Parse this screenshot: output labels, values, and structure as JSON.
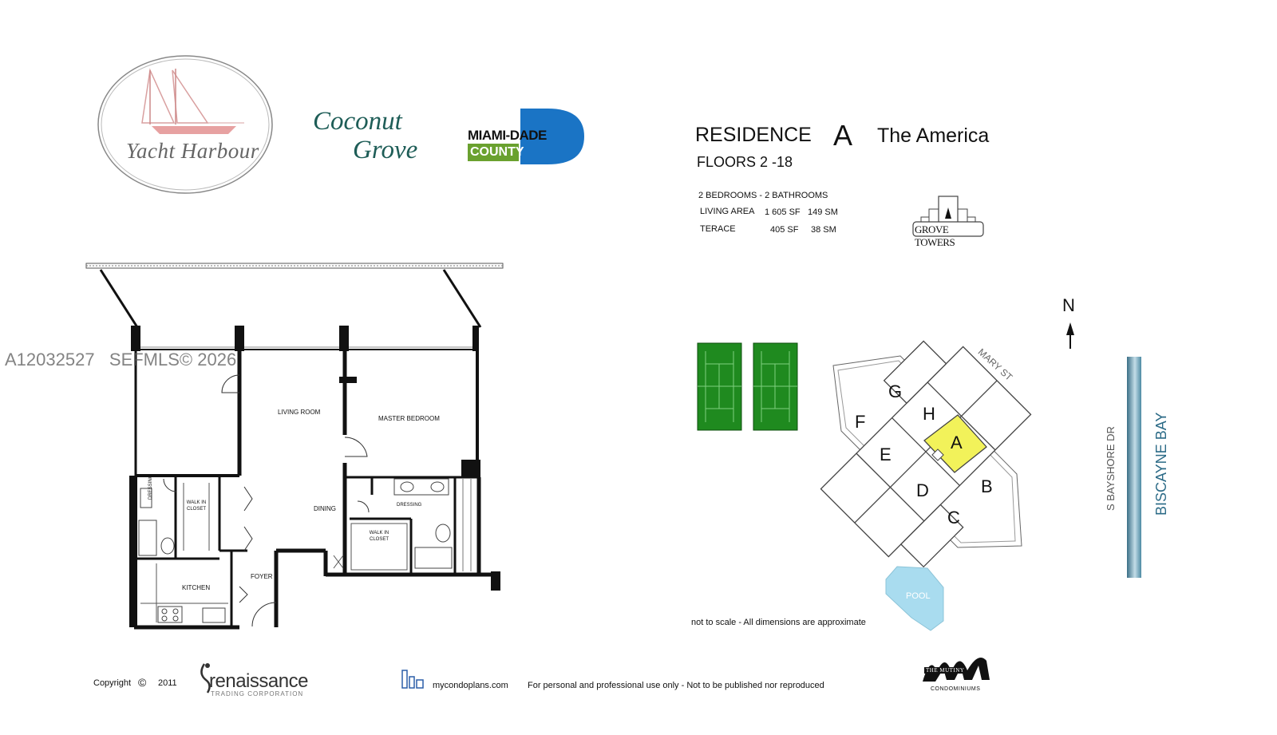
{
  "logos": {
    "yacht_harbour": "Yacht Harbour",
    "coconut_grove_line1": "Coconut",
    "coconut_grove_line2": "Grove",
    "miami_dade_top": "MIAMI-DADE",
    "miami_dade_bottom": "COUNTY",
    "grove_towers": "GROVE TOWERS",
    "renaissance_name": "renaissance",
    "renaissance_sub": "TRADING CORPORATION",
    "mutiny_name": "THE MUTINY",
    "mutiny_sub": "CONDOMINIUMS"
  },
  "header": {
    "residence_label": "RESIDENCE",
    "residence_letter": "A",
    "building_name": "The America",
    "floors": "FLOORS 2 -18"
  },
  "specs": {
    "beds_baths": "2 BEDROOMS - 2 BATHROOMS",
    "rows": [
      {
        "label": "LIVING AREA",
        "sf": "1 605 SF",
        "sm": "149 SM"
      },
      {
        "label": "TERACE",
        "sf": "405 SF",
        "sm": "38 SM"
      }
    ]
  },
  "watermark": "A12032527   SEFMLS© 2026",
  "floorplan": {
    "rooms": {
      "living_room": "LIVING ROOM",
      "master_bedroom": "MASTER BEDROOM",
      "dining": "DINING",
      "kitchen": "KITCHEN",
      "foyer": "FOYER",
      "dressing_left": "DRESSING",
      "dressing_right": "DRESSING",
      "walkin_left": "WALK IN CLOSET",
      "walkin_right": "WALK IN CLOSET"
    }
  },
  "siteplan": {
    "north": "N",
    "street_mary": "MARY ST",
    "street_bayshore": "S BAYSHORE DR",
    "bay": "BISCAYNE BAY",
    "pool": "POOL",
    "units": [
      "G",
      "H",
      "F",
      "A",
      "E",
      "D",
      "B",
      "C"
    ],
    "highlight_unit": "A",
    "highlight_color": "#f2f25a",
    "court_color": "#1f8a1f",
    "pool_color": "#a9dcef"
  },
  "footer": {
    "note": "not to scale - All dimensions are approximate",
    "copyright": "Copyright",
    "copyright_symbol": "©",
    "year": "2011",
    "website": "mycondoplans.com",
    "usage": "For personal and professional use only - Not to be published nor reproduced"
  }
}
